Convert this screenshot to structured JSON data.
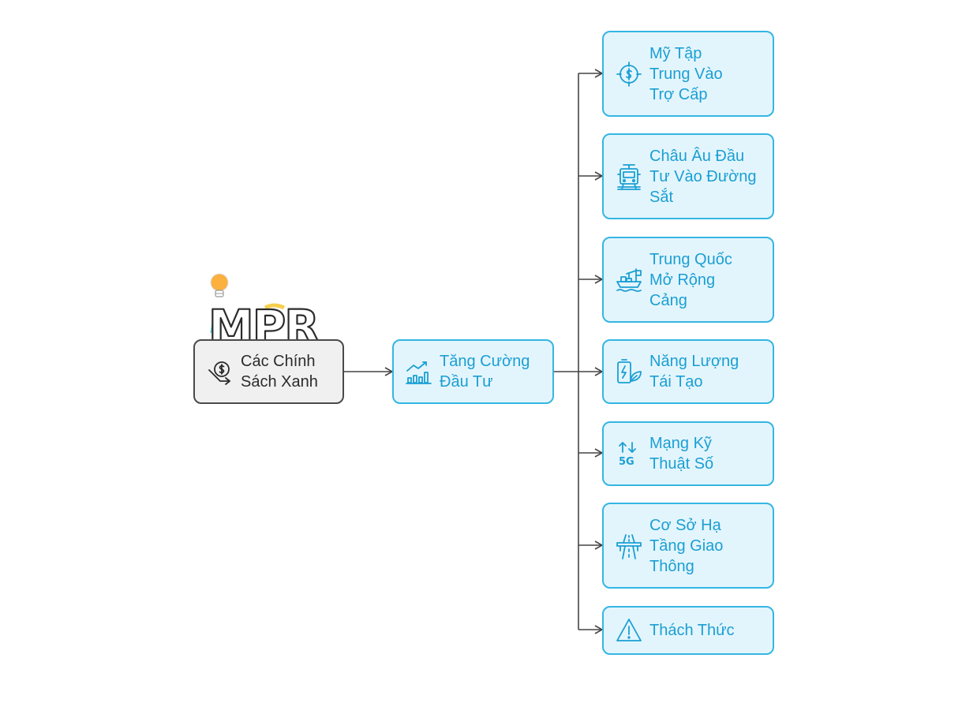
{
  "root": {
    "label": "Các Chính Sách Xanh",
    "icon": "dollar-down-arrow-icon"
  },
  "hub": {
    "label": "Tăng Cường Đầu Tư",
    "icon": "growth-chart-icon"
  },
  "branches": [
    {
      "label": "Mỹ Tập Trung Vào Trợ Cấp",
      "icon": "dollar-target-icon"
    },
    {
      "label": "Châu Âu Đầu Tư Vào Đường Sắt",
      "icon": "tram-icon"
    },
    {
      "label": "Trung Quốc Mở Rộng Cảng",
      "icon": "ship-port-icon"
    },
    {
      "label": "Năng Lượng Tái Tạo",
      "icon": "battery-leaf-icon"
    },
    {
      "label": "Mạng Kỹ Thuật Số",
      "icon": "5g-signal-icon"
    },
    {
      "label": "Cơ Sở Hạ Tầng Giao Thông",
      "icon": "highway-icon"
    },
    {
      "label": "Thách Thức",
      "icon": "warning-icon"
    }
  ],
  "logo": {
    "text": "MPR",
    "icon": "lightbulb-icon"
  },
  "colors": {
    "accent": "#34b6e4",
    "text_accent": "#1a9fd4",
    "root_border": "#4a4a4a",
    "connector": "#444444"
  }
}
